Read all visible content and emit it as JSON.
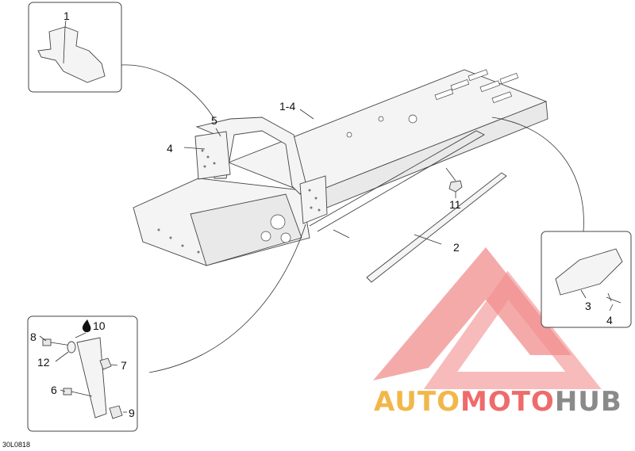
{
  "diagram": {
    "code": "30L0818",
    "callouts": {
      "c1_inset": "1",
      "c5": "5",
      "c4": "4",
      "c14": "1-4",
      "c11": "11",
      "c2": "2",
      "c3_inset": "3",
      "c4_inset": "4",
      "c10": "10",
      "c8": "8",
      "c12": "12",
      "c7": "7",
      "c6": "6",
      "c9": "9"
    },
    "watermark": {
      "part1": "AUTO",
      "part2": "MOTO",
      "part3": "HUB",
      "color_orange": "#f2b74a",
      "color_red": "#ef6b6b",
      "color_gray": "#8a8a8a"
    }
  }
}
